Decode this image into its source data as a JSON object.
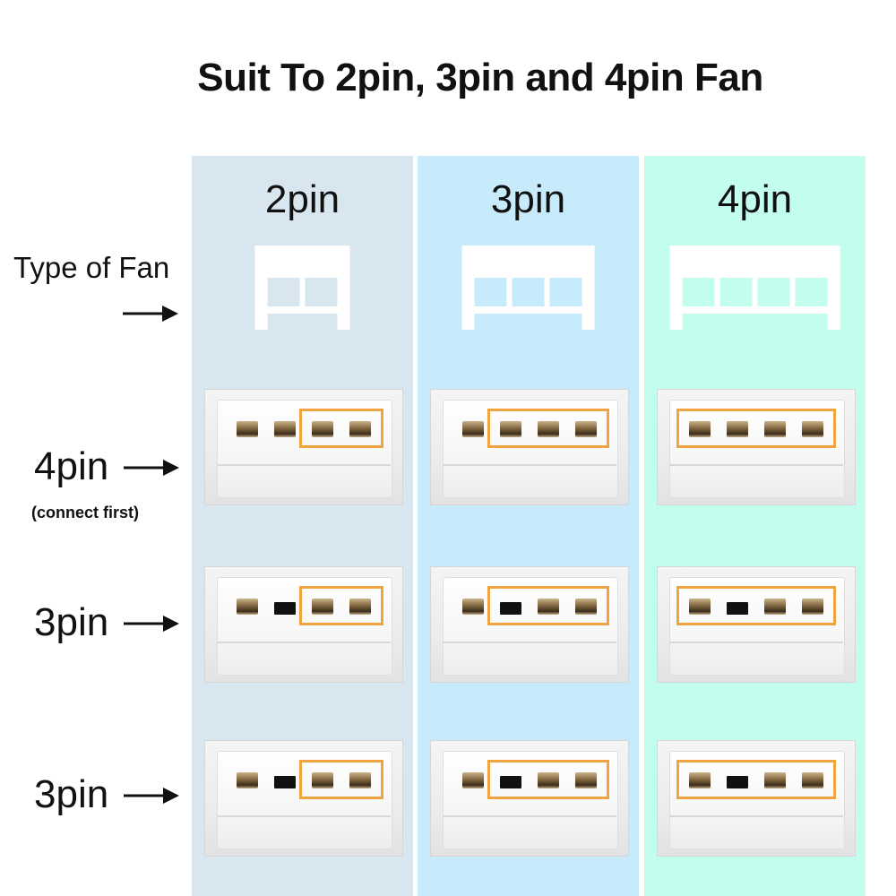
{
  "title": "Suit To 2pin, 3pin and 4pin Fan",
  "type_of_fan_label": "Type of Fan",
  "colors": {
    "col1_bg": "#d8e6ef",
    "col2_bg": "#c8ebfc",
    "col3_bg": "#c3fdee",
    "highlight": "#f0a440",
    "fan_icon": "#ffffff"
  },
  "columns": [
    {
      "label": "2pin",
      "fan_pins": 2,
      "highlight_pins": 2
    },
    {
      "label": "3pin",
      "fan_pins": 3,
      "highlight_pins": 3
    },
    {
      "label": "4pin",
      "fan_pins": 4,
      "highlight_pins": 4
    }
  ],
  "rows": [
    {
      "label": "4pin",
      "sublabel": "(connect first)",
      "header_pins": 4,
      "empty_pin_index": null
    },
    {
      "label": "3pin",
      "sublabel": "",
      "header_pins": 4,
      "empty_pin_index": 1
    },
    {
      "label": "3pin",
      "sublabel": "",
      "header_pins": 4,
      "empty_pin_index": 1
    }
  ],
  "icons": {
    "arrow": "right-arrow-icon",
    "fan_connector": "fan-connector-icon",
    "header": "pin-header-icon"
  }
}
